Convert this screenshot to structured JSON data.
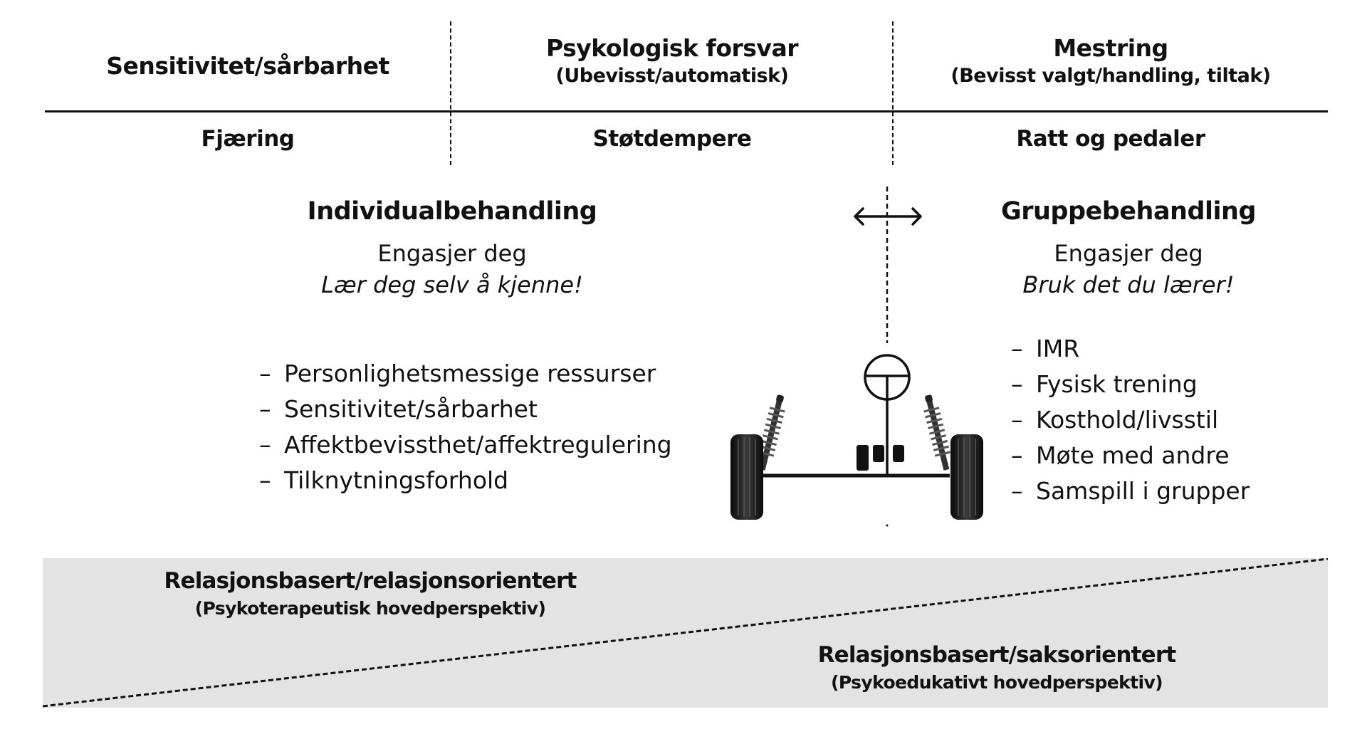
{
  "header": {
    "columns": [
      {
        "title": "Sensitivitet/sårbarhet",
        "subtitle": "",
        "metaphor": "Fjæring"
      },
      {
        "title": "Psykologisk forsvar",
        "subtitle": "(Ubevisst/automatisk)",
        "metaphor": "Støtdempere"
      },
      {
        "title": "Mestring",
        "subtitle": "(Bevisst valgt/handling, tiltak)",
        "metaphor": "Ratt og pedaler"
      }
    ]
  },
  "individual": {
    "title": "Individualbehandling",
    "subtitle": "Engasjer deg",
    "motto": "Lær deg selv å kjenne!",
    "bullet": "–",
    "items": [
      "Personlighetsmessige ressurser",
      "Sensitivitet/sårbarhet",
      "Affektbevissthet/affektregulering",
      "Tilknytningsforhold"
    ]
  },
  "group": {
    "title": "Gruppebehandling",
    "subtitle": "Engasjer deg",
    "motto": "Bruk det du lærer!",
    "bullet": "–",
    "items": [
      "IMR",
      "Fysisk trening",
      "Kosthold/livsstil",
      "Møte med andre",
      "Samspill i grupper"
    ]
  },
  "illustration": {
    "icons": [
      "double-arrow-icon",
      "steering-wheel-icon",
      "shock-absorber-icon",
      "tire-icon",
      "pedal-icon"
    ]
  },
  "band": {
    "upper": {
      "title": "Relasjonsbasert/relasjonsorientert",
      "subtitle": "(Psykoterapeutisk hovedperspektiv)"
    },
    "lower": {
      "title": "Relasjonsbasert/saksorientert",
      "subtitle": "(Psykoedukativt hovedperspektiv)"
    },
    "fill_color": "#e3e3e3"
  }
}
